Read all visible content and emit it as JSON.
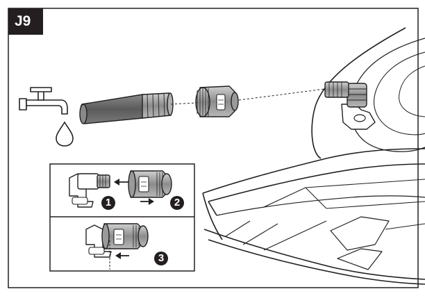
{
  "step_label": "J9",
  "inset_steps": [
    "1",
    "2",
    "3"
  ],
  "colors": {
    "line": "#231f20",
    "hose_fill": "#6b6b6b",
    "metal_fill": "#a0a0a0",
    "background": "#ffffff"
  },
  "icons": [
    "water-tap-icon",
    "water-drop-icon",
    "arrow-left-icon",
    "arrow-right-icon"
  ]
}
